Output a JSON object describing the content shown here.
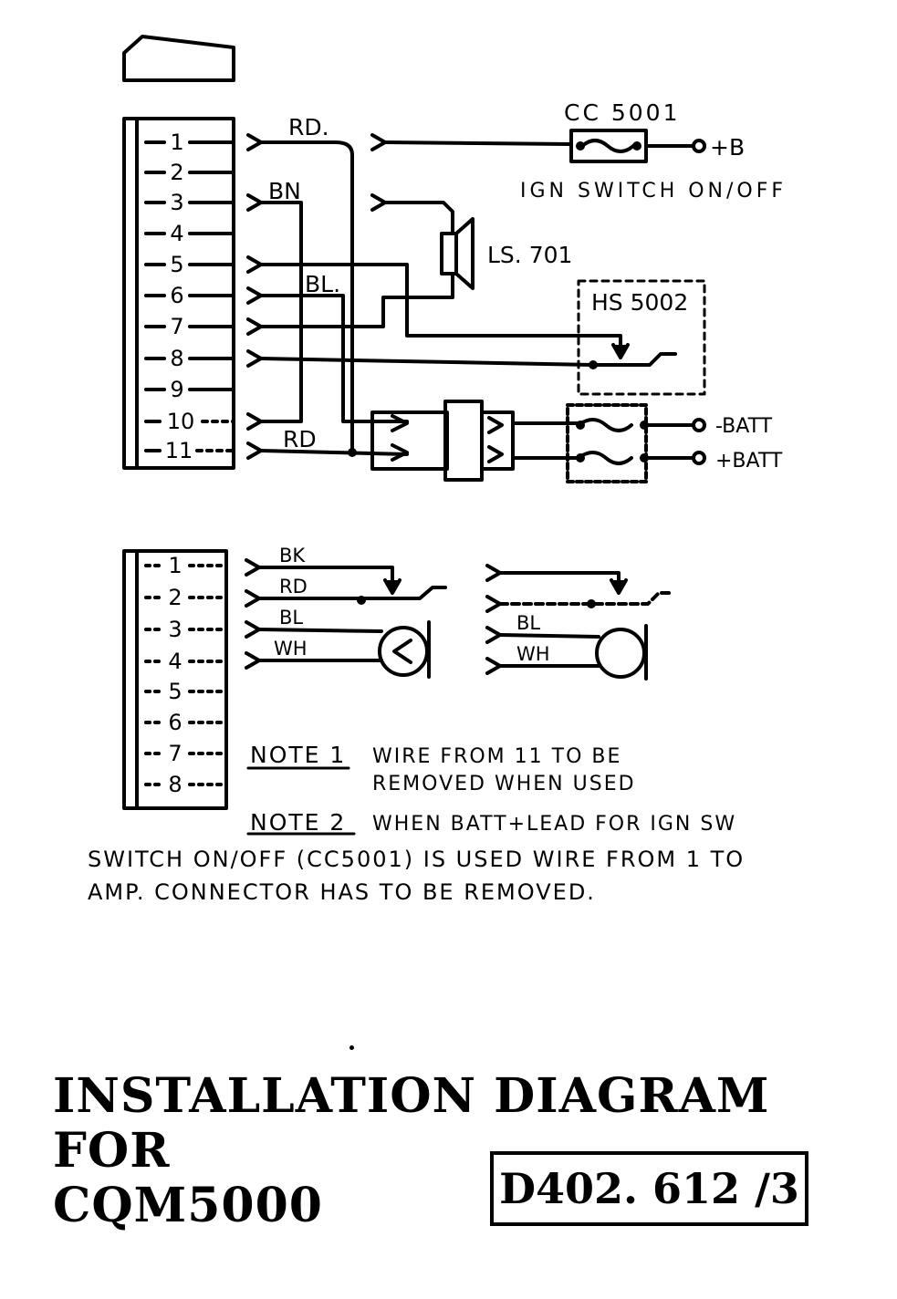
{
  "connector_top": {
    "pins": [
      "1",
      "2",
      "3",
      "4",
      "5",
      "6",
      "7",
      "8",
      "9",
      "10",
      "11"
    ]
  },
  "connector_bottom": {
    "pins": [
      "1",
      "2",
      "3",
      "4",
      "5",
      "6",
      "7",
      "8"
    ]
  },
  "wire_labels": {
    "rd_top": "RD.",
    "bn": "BN",
    "bl_top": "BL.",
    "rd_bottom": "RD",
    "bk": "BK",
    "rd_lower": "RD",
    "bl_lower": "BL",
    "wh_lower": "WH",
    "bl_right": "BL",
    "wh_right": "WH"
  },
  "components": {
    "fuse_cc": "CC 5001",
    "plus_b": "+B",
    "ign_switch": "IGN SWITCH ON/OFF",
    "speaker": "LS. 701",
    "hs": "HS 5002",
    "minus_batt": "-BATT",
    "plus_batt": "+BATT"
  },
  "notes": {
    "note1_label": "NOTE 1",
    "note1_line1": "WIRE FROM 11 TO BE",
    "note1_line2": "REMOVED WHEN USED",
    "note2_label": "NOTE 2",
    "note2_line1": "WHEN BATT+LEAD FOR IGN SW",
    "note2_line2": "SWITCH ON/OFF (CC5001) IS USED WIRE FROM 1 TO",
    "note2_line3": "AMP. CONNECTOR HAS TO BE REMOVED."
  },
  "title": {
    "line1": "INSTALLATION DIAGRAM FOR",
    "line2": "CQM5000",
    "code": "D402. 612 /3"
  }
}
